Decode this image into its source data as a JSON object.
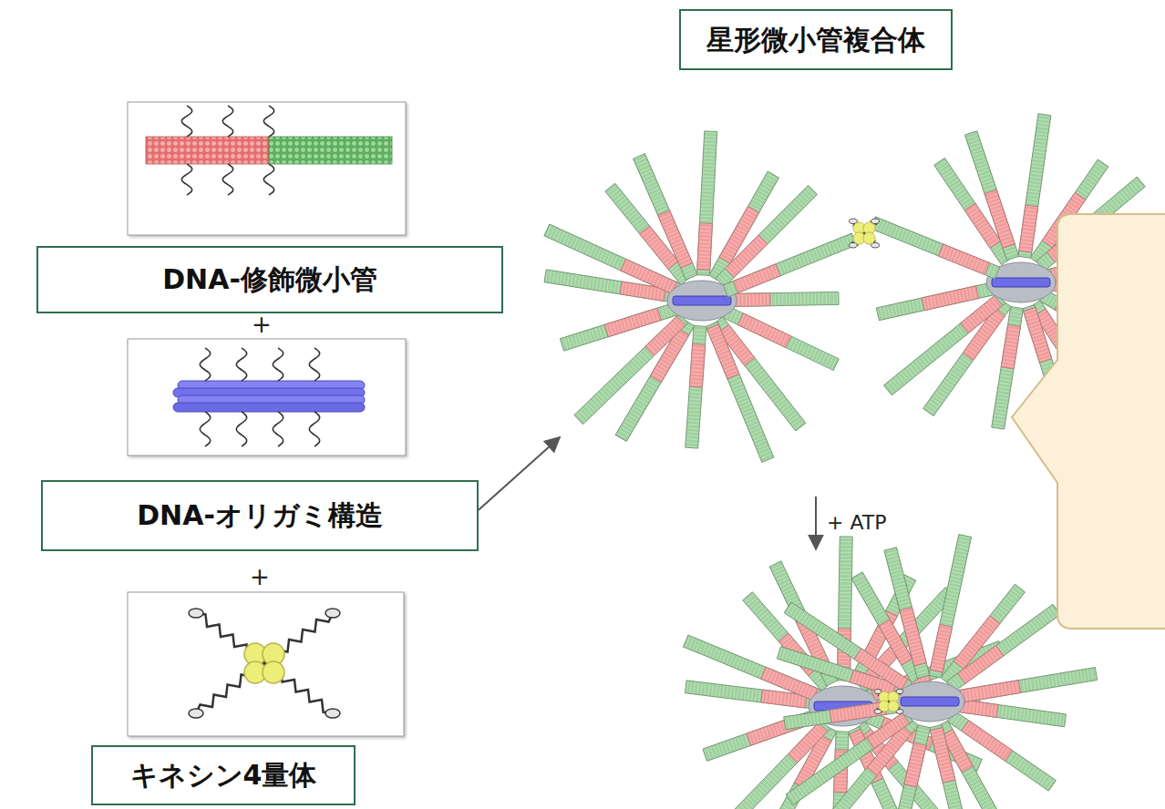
{
  "diagram": {
    "nodes": [
      {
        "text": [
          "DNA-修飾微小管"
        ]
      },
      {
        "text": [
          "DNA-オリガミ構造"
        ]
      },
      {
        "text": [
          "キネシン4量体"
        ]
      },
      {
        "text": [
          "星形微小管複合体"
        ]
      }
    ],
    "edges": [
      {
        "from": 1,
        "to": 3,
        "arrow": "to"
      }
    ],
    "labels": [
      "+",
      "+",
      "+ ATP"
    ]
  }
}
